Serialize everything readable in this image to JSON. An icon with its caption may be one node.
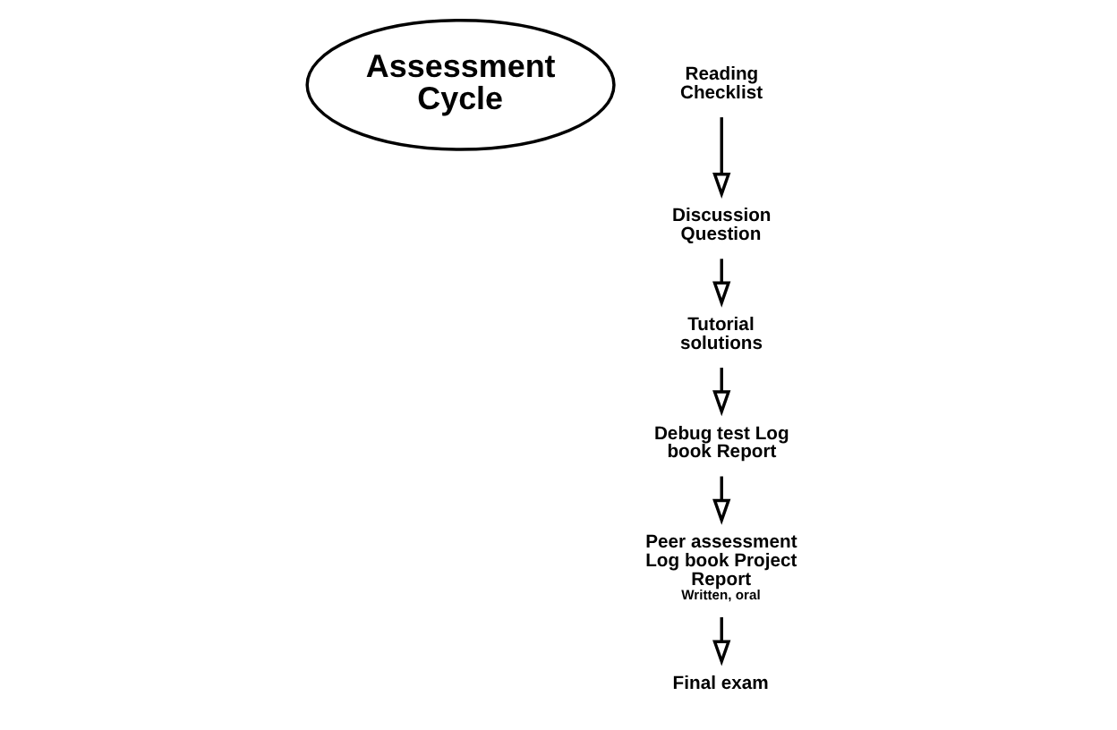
{
  "diagram": {
    "nodes": [
      {
        "text": [
          "Assessment Cycle"
        ]
      },
      {
        "text": [
          "Peer assessment Log book Project Report",
          "Written, oral"
        ]
      },
      {
        "text": [
          "Final exam"
        ]
      },
      {
        "text": [
          "Reading Checklist"
        ]
      },
      {
        "text": [
          "Discussion Question"
        ]
      },
      {
        "text": [
          "Tutorial solutions"
        ]
      },
      {
        "text": [
          "Debug test Log book Report"
        ]
      }
    ],
    "edges": [
      {
        "from": 1,
        "to": 2,
        "arrow": "to"
      },
      {
        "from": 3,
        "to": 4,
        "arrow": "to"
      },
      {
        "from": 4,
        "to": 5,
        "arrow": "to"
      },
      {
        "from": 5,
        "to": 6,
        "arrow": "to"
      },
      {
        "from": 6,
        "to": 1,
        "arrow": "to"
      }
    ]
  }
}
